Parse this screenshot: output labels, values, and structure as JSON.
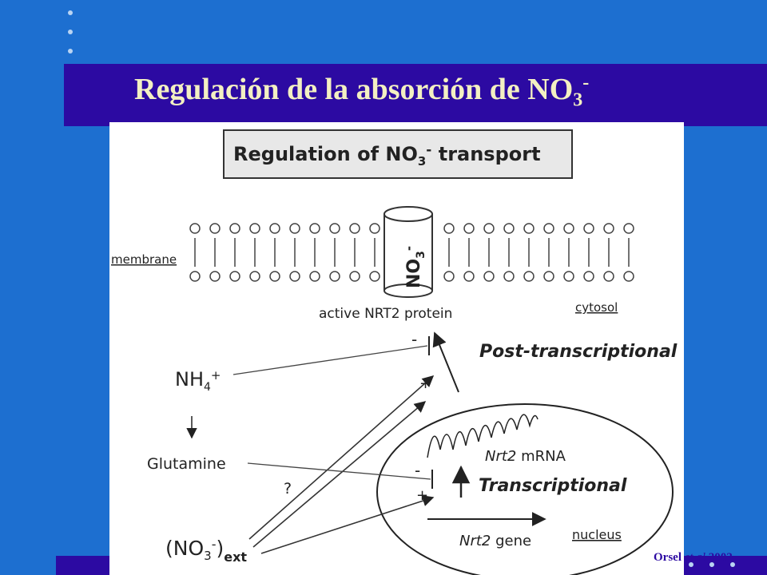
{
  "slide": {
    "title_main": "Regulación de la absorción de NO",
    "title_sub": "3",
    "title_sup": "-",
    "citation_author": "Orsel",
    "citation_etal": "et al.",
    "citation_year": "2002",
    "colors": {
      "background": "#1d6fd0",
      "band": "#2c0aa2",
      "title": "#f3f0c2"
    }
  },
  "diagram": {
    "box_title_pre": "Regulation of NO",
    "box_title_sub": "3",
    "box_title_sup": "-",
    "box_title_post": " transport",
    "membrane_label": "membrane",
    "channel_label": "NO",
    "channel_sub": "3",
    "channel_sup": "-",
    "protein_label": "active NRT2 protein",
    "cytosol_label": "cytosol",
    "post_transcriptional": "Post-transcriptional",
    "nh4_label": "NH",
    "nh4_sub": "4",
    "nh4_sup": "+",
    "glutamine_label": "Glutamine",
    "question_mark": "?",
    "no3ext_label": "(NO",
    "no3ext_sub_3": "3",
    "no3ext_sup": "-",
    "no3ext_close": ")",
    "no3ext_sub_ext": "ext",
    "mrna_italic": "Nrt2",
    "mrna_label": " mRNA",
    "transcriptional": "Transcriptional",
    "gene_italic": "Nrt2",
    "gene_label": " gene",
    "nucleus_label": "nucleus",
    "minus_sign": "-",
    "plus_sign": "+"
  }
}
